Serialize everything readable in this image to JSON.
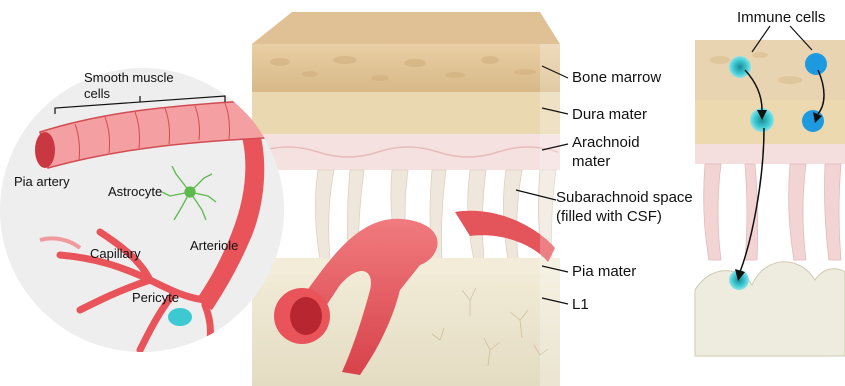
{
  "colors": {
    "vessel": "#e8545a",
    "vessel_light": "#f4a6a6",
    "bone": "#e8cfa6",
    "dura": "#ead9b4",
    "arachnoid": "#f3dcdc",
    "csf_space": "#ffffff",
    "pia_tissue": "#f1ecdc",
    "brain_tissue": "#e5e1cf",
    "immune_cell": "#3cc9d2",
    "astrocyte": "#5cba4c"
  },
  "layers": {
    "bone_marrow": "Bone marrow",
    "dura_mater": "Dura mater",
    "arachnoid_line1": "Arachnoid",
    "arachnoid_line2": "mater",
    "subarachnoid_line1": "Subarachnoid space",
    "subarachnoid_line2": "(filled with CSF)",
    "pia_mater": "Pia mater",
    "l1": "L1"
  },
  "inset": {
    "smooth_muscle_line1": "Smooth muscle",
    "smooth_muscle_line2": "cells",
    "pia_artery": "Pia artery",
    "astrocyte": "Astrocyte",
    "capillary": "Capillary",
    "arteriole": "Arteriole",
    "pericyte": "Pericyte"
  },
  "right_panel": {
    "immune_cells": "Immune cells"
  }
}
